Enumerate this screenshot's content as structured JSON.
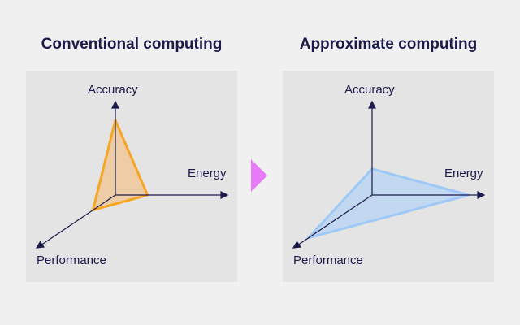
{
  "left": {
    "title": "Conventional computing",
    "axes": {
      "accuracy": "Accuracy",
      "energy": "Energy",
      "performance": "Performance"
    },
    "shape_color": "#f5a623",
    "shape_fill": "#f0c89a",
    "levels": {
      "accuracy": 0.8,
      "energy": 0.3,
      "performance": 0.3
    }
  },
  "right": {
    "title": "Approximate computing",
    "axes": {
      "accuracy": "Accuracy",
      "energy": "Energy",
      "performance": "Performance"
    },
    "shape_color": "#9ec8f5",
    "shape_fill": "#bcd6f3",
    "levels": {
      "accuracy": 0.28,
      "energy": 0.9,
      "performance": 0.85
    }
  },
  "separator_color": "#e879f9",
  "axis_color": "#1c1a4a"
}
